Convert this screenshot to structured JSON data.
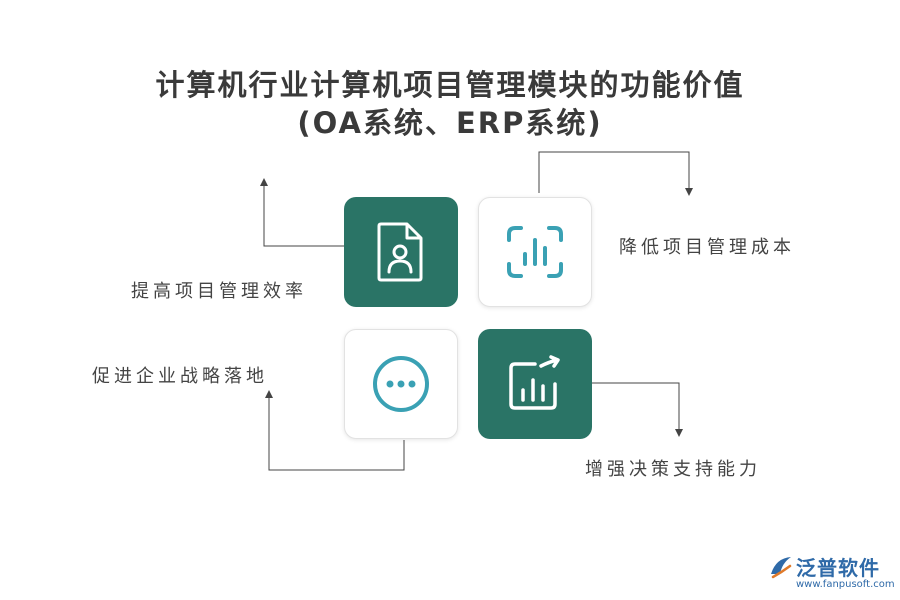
{
  "title": {
    "line1": "计算机行业计算机项目管理模块的功能价值",
    "line2": "(OA系统、ERP系统)"
  },
  "items": [
    {
      "label": "提高项目管理效率",
      "icon": "document-user-icon"
    },
    {
      "label": "降低项目管理成本",
      "icon": "bar-chart-frame-icon"
    },
    {
      "label": "促进企业战略落地",
      "icon": "more-dots-icon"
    },
    {
      "label": "增强决策支持能力",
      "icon": "growth-chart-icon"
    }
  ],
  "colors": {
    "tile_dark": "#2a7466",
    "icon_teal": "#3aa1b4",
    "line": "#444444",
    "brand": "#2f6aa8"
  },
  "brand": {
    "name": "泛普软件",
    "url": "www.fanpusoft.com"
  }
}
